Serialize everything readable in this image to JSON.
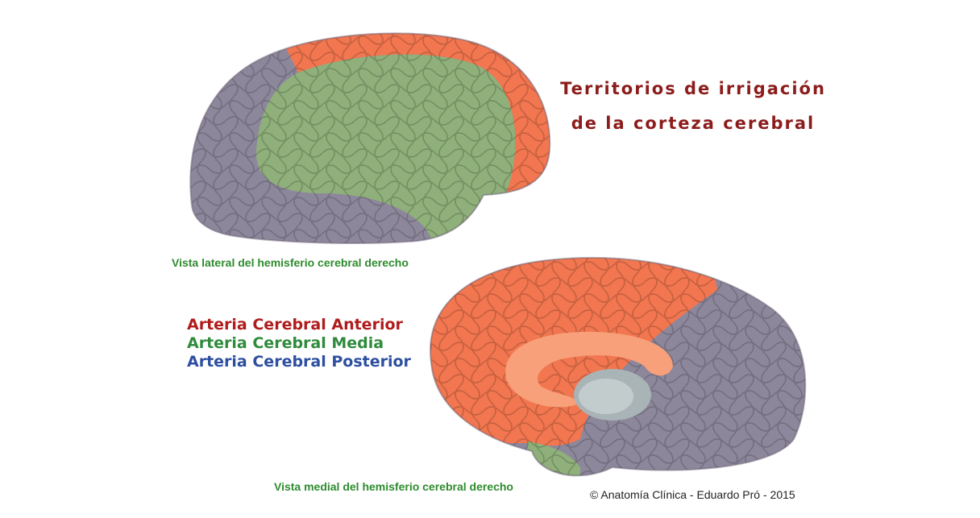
{
  "title": {
    "line1": "Territorios de irrigación",
    "line2": "de la corteza cerebral"
  },
  "captions": {
    "lateral": "Vista lateral del hemisferio cerebral derecho",
    "medial": "Vista medial del hemisferio cerebral derecho"
  },
  "legend": [
    {
      "label": "Arteria Cerebral Anterior",
      "color": "#b01c1c"
    },
    {
      "label": "Arteria Cerebral Media",
      "color": "#2e8b3c"
    },
    {
      "label": "Arteria Cerebral Posterior",
      "color": "#2d4fa0"
    }
  ],
  "colors": {
    "anterior_territory": "#f2764f",
    "media_territory": "#8fb07a",
    "posterior_territory": "#8d879c",
    "title": "#8c1c1c",
    "caption": "#2e8b2e"
  },
  "credit": "© Anatomía Clínica - Eduardo Pró - 2015"
}
